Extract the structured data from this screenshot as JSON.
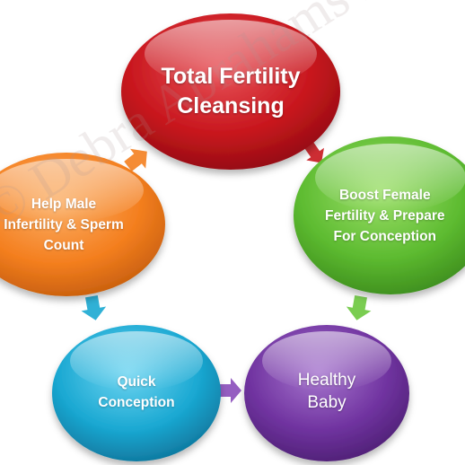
{
  "diagram": {
    "watermark": "© Debra Abrahams Health",
    "nodes": [
      {
        "id": "total",
        "text": "Total Fertility\nCleansing",
        "color": "#c8161d"
      },
      {
        "id": "boost",
        "text": "Boost Female\nFertility & Prepare\nFor Conception",
        "color": "#5dbb30"
      },
      {
        "id": "healthy",
        "text": "Healthy\nBaby",
        "color": "#7033a0"
      },
      {
        "id": "quick",
        "text": "Quick\nConception",
        "color": "#1aa8d2"
      },
      {
        "id": "male",
        "text": "Help Male\nInfertility & Sperm\nCount",
        "color": "#f47f1f"
      }
    ],
    "arrows": [
      {
        "from": "total",
        "to": "boost"
      },
      {
        "from": "boost",
        "to": "healthy"
      },
      {
        "from": "quick",
        "to": "healthy"
      },
      {
        "from": "male",
        "to": "quick"
      },
      {
        "from": "male",
        "to": "total"
      }
    ]
  }
}
